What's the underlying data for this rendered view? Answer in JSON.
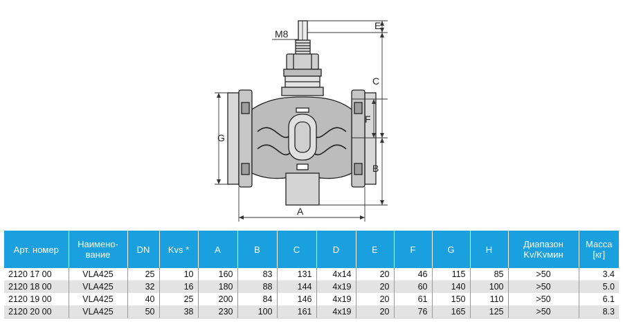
{
  "drawing": {
    "labels": {
      "stem_thread": "M8",
      "dim_a": "A",
      "dim_b": "B",
      "dim_c": "C",
      "dim_e": "E",
      "dim_f": "F",
      "dim_g": "G"
    }
  },
  "table": {
    "headers": [
      "Арт. номер",
      "Наимено-\nвание",
      "DN",
      "Kvs *",
      "A",
      "B",
      "C",
      "D",
      "E",
      "F",
      "G",
      "H",
      "Диапазон\nKv/Kvмин",
      "Масса\n[кг]"
    ],
    "rows": [
      [
        "2120 17 00",
        "VLA425",
        "25",
        "10",
        "160",
        "83",
        "131",
        "4x14",
        "20",
        "46",
        "115",
        "85",
        ">50",
        "3.4"
      ],
      [
        "2120 18 00",
        "VLA425",
        "32",
        "16",
        "180",
        "88",
        "144",
        "4x19",
        "20",
        "60",
        "140",
        "100",
        ">50",
        "5.0"
      ],
      [
        "2120 19 00",
        "VLA425",
        "40",
        "25",
        "200",
        "84",
        "146",
        "4x19",
        "20",
        "61",
        "150",
        "110",
        ">50",
        "6.1"
      ],
      [
        "2120 20 00",
        "VLA425",
        "50",
        "38",
        "230",
        "100",
        "161",
        "4x19",
        "20",
        "76",
        "165",
        "125",
        ">50",
        "8.3"
      ]
    ]
  }
}
